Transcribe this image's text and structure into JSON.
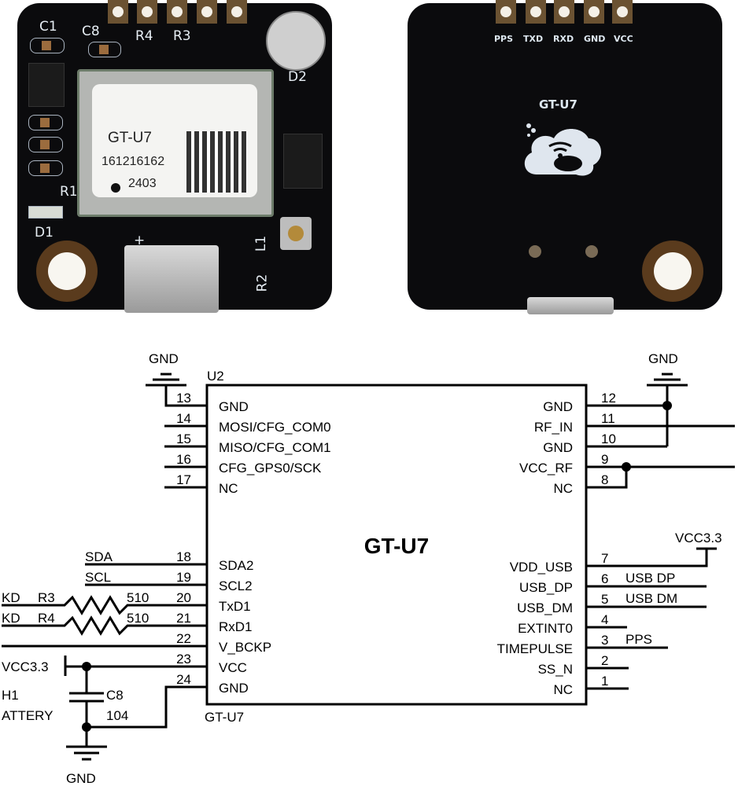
{
  "front_board": {
    "silkscreen": {
      "c1": "C1",
      "c8": "C8",
      "r4": "R4",
      "r3": "R3",
      "d2": "D2",
      "r1": "R1",
      "d1": "D1",
      "l1": "L1",
      "r2": "R2",
      "plus": "+"
    },
    "module_label": {
      "model": "GT-U7",
      "serial": "161216162",
      "date_code": "2403"
    }
  },
  "back_board": {
    "pins": [
      "PPS",
      "TXD",
      "RXD",
      "GND",
      "VCC"
    ],
    "model": "GT-U7"
  },
  "schematic": {
    "ref": "U2",
    "part_name": "GT-U7",
    "center_title": "GT-U7",
    "left_pins": [
      {
        "num": "13",
        "name": "GND"
      },
      {
        "num": "14",
        "name": "MOSI/CFG_COM0"
      },
      {
        "num": "15",
        "name": "MISO/CFG_COM1"
      },
      {
        "num": "16",
        "name": "CFG_GPS0/SCK"
      },
      {
        "num": "17",
        "name": "NC"
      },
      {
        "num": "18",
        "name": "SDA2"
      },
      {
        "num": "19",
        "name": "SCL2"
      },
      {
        "num": "20",
        "name": "TxD1"
      },
      {
        "num": "21",
        "name": "RxD1"
      },
      {
        "num": "22",
        "name": "V_BCKP"
      },
      {
        "num": "23",
        "name": "VCC"
      },
      {
        "num": "24",
        "name": "GND"
      }
    ],
    "right_pins": [
      {
        "num": "12",
        "name": "GND"
      },
      {
        "num": "11",
        "name": "RF_IN"
      },
      {
        "num": "10",
        "name": "GND"
      },
      {
        "num": "9",
        "name": "VCC_RF"
      },
      {
        "num": "8",
        "name": "NC"
      },
      {
        "num": "7",
        "name": "VDD_USB"
      },
      {
        "num": "6",
        "name": "USB_DP"
      },
      {
        "num": "5",
        "name": "USB_DM"
      },
      {
        "num": "4",
        "name": "EXTINT0"
      },
      {
        "num": "3",
        "name": "TIMEPULSE"
      },
      {
        "num": "2",
        "name": "SS_N"
      },
      {
        "num": "1",
        "name": "NC"
      }
    ],
    "nets": {
      "gnd_top_left": "GND",
      "gnd_top_right": "GND",
      "gnd_bottom": "GND",
      "sda": "SDA",
      "scl": "SCL",
      "r3_net": "KD",
      "r3_ref": "R3",
      "r3_val": "510",
      "r4_net": "KD",
      "r4_ref": "R4",
      "r4_val": "510",
      "vcc_left": "VCC3.3",
      "vcc_right": "VCC3.3",
      "h1": "H1",
      "battery": "ATTERY",
      "c8_ref": "C8",
      "c8_val": "104",
      "usb_dp": "USB DP",
      "usb_dm": "USB DM",
      "pps": "PPS"
    }
  }
}
